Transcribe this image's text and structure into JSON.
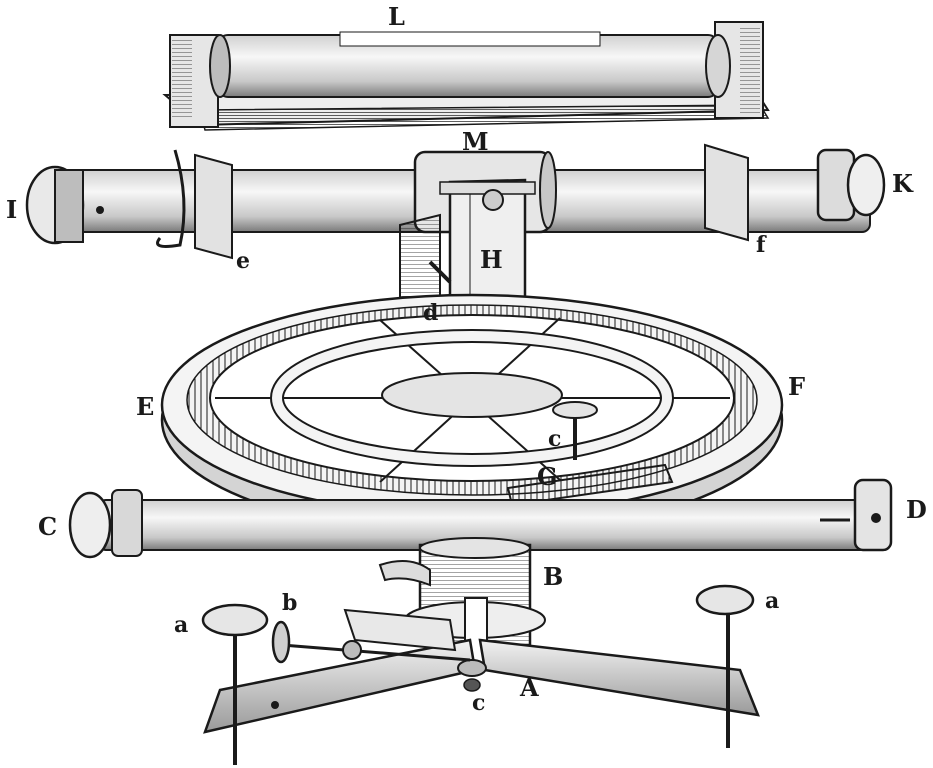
{
  "colors": {
    "ink": "#1a1a1a",
    "paper": "#ffffff",
    "body": "#ececec",
    "shade": "#bdbdbd"
  },
  "labels": {
    "L": "L",
    "M": "M",
    "I": "I",
    "K": "K",
    "e": "e",
    "f": "f",
    "H": "H",
    "d": "d",
    "E": "E",
    "F": "F",
    "c_upper": "c",
    "G": "G",
    "C": "C",
    "D": "D",
    "B": "B",
    "a_left": "a",
    "a_right": "a",
    "b": "b",
    "c_lower": "c",
    "A": "A"
  }
}
